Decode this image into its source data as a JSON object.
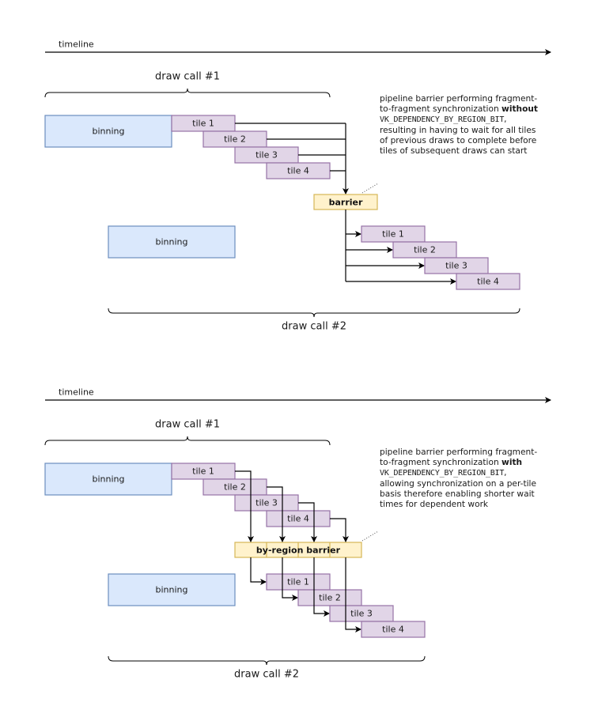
{
  "colors": {
    "binning_fill": "#dae8fc",
    "binning_stroke": "#6c8ebf",
    "tile_fill": "#e1d5e7",
    "tile_stroke": "#9673a6",
    "barrier_fill": "#fff2cc",
    "barrier_stroke": "#d6b656",
    "line": "#000000"
  },
  "diagrams": [
    {
      "timeline_label": "timeline",
      "draw_call_1_label": "draw call #1",
      "draw_call_2_label": "draw call #2",
      "binning_1_label": "binning",
      "binning_2_label": "binning",
      "tiles_1": [
        "tile 1",
        "tile 2",
        "tile 3",
        "tile 4"
      ],
      "tiles_2": [
        "tile 1",
        "tile 2",
        "tile 3",
        "tile 4"
      ],
      "barrier_label": "barrier",
      "note": {
        "pre": "pipeline barrier performing fragment-to-fragment synchronization ",
        "bold": "without",
        "mono": "VK_DEPENDENCY_BY_REGION_BIT",
        "post": ", resulting in having to wait for all tiles of previous draws to complete before tiles of subsequent draws can start"
      }
    },
    {
      "timeline_label": "timeline",
      "draw_call_1_label": "draw call #1",
      "draw_call_2_label": "draw call #2",
      "binning_1_label": "binning",
      "binning_2_label": "binning",
      "tiles_1": [
        "tile 1",
        "tile 2",
        "tile 3",
        "tile 4"
      ],
      "tiles_2": [
        "tile 1",
        "tile 2",
        "tile 3",
        "tile 4"
      ],
      "barrier_label": "by-region barrier",
      "note": {
        "pre": "pipeline barrier performing fragment-to-fragment synchronization ",
        "bold": "with",
        "mono": "VK_DEPENDENCY_BY_REGION_BIT",
        "post": ", allowing synchronization on a per-tile basis therefore enabling shorter wait times for dependent work"
      }
    }
  ]
}
